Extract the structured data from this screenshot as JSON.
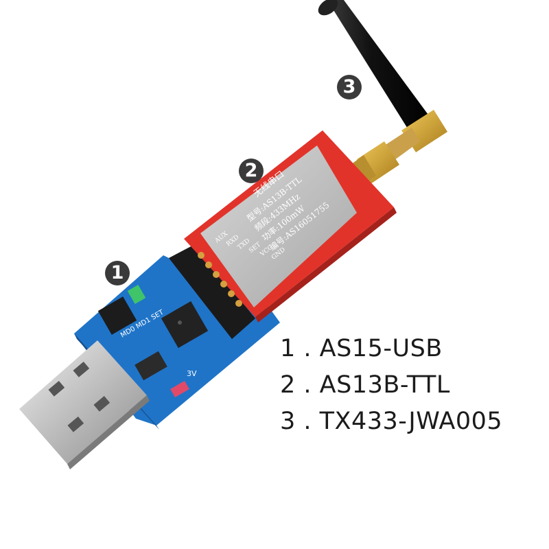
{
  "markers": {
    "m1": "1",
    "m2": "2",
    "m3": "3"
  },
  "legend": [
    "1 . AS15-USB",
    "2 . AS13B-TTL",
    "3 . TX433-JWA005"
  ],
  "module": {
    "title": "无线串口",
    "model": "型号:AS13B-TTL",
    "freq": "频段:433MHz",
    "power": "功率:100mW",
    "serial": "编号:AS16051755",
    "pins": [
      "AUX",
      "RXD",
      "TXD",
      "SET",
      "VCC",
      "GND"
    ]
  },
  "usb_board": {
    "jumper_labels": "MD0 MD1 SET",
    "voltage_label": "3V"
  },
  "colors": {
    "usb_pcb": "#1f74c8",
    "ttl_pcb": "#e2332a",
    "shield": "#b8b8b8",
    "antenna": "#1a1a1a",
    "connector": "#d2a534",
    "marker": "#3a3a3a"
  },
  "icons": [
    "usb-connector-icon",
    "antenna-icon",
    "chip-icon"
  ]
}
